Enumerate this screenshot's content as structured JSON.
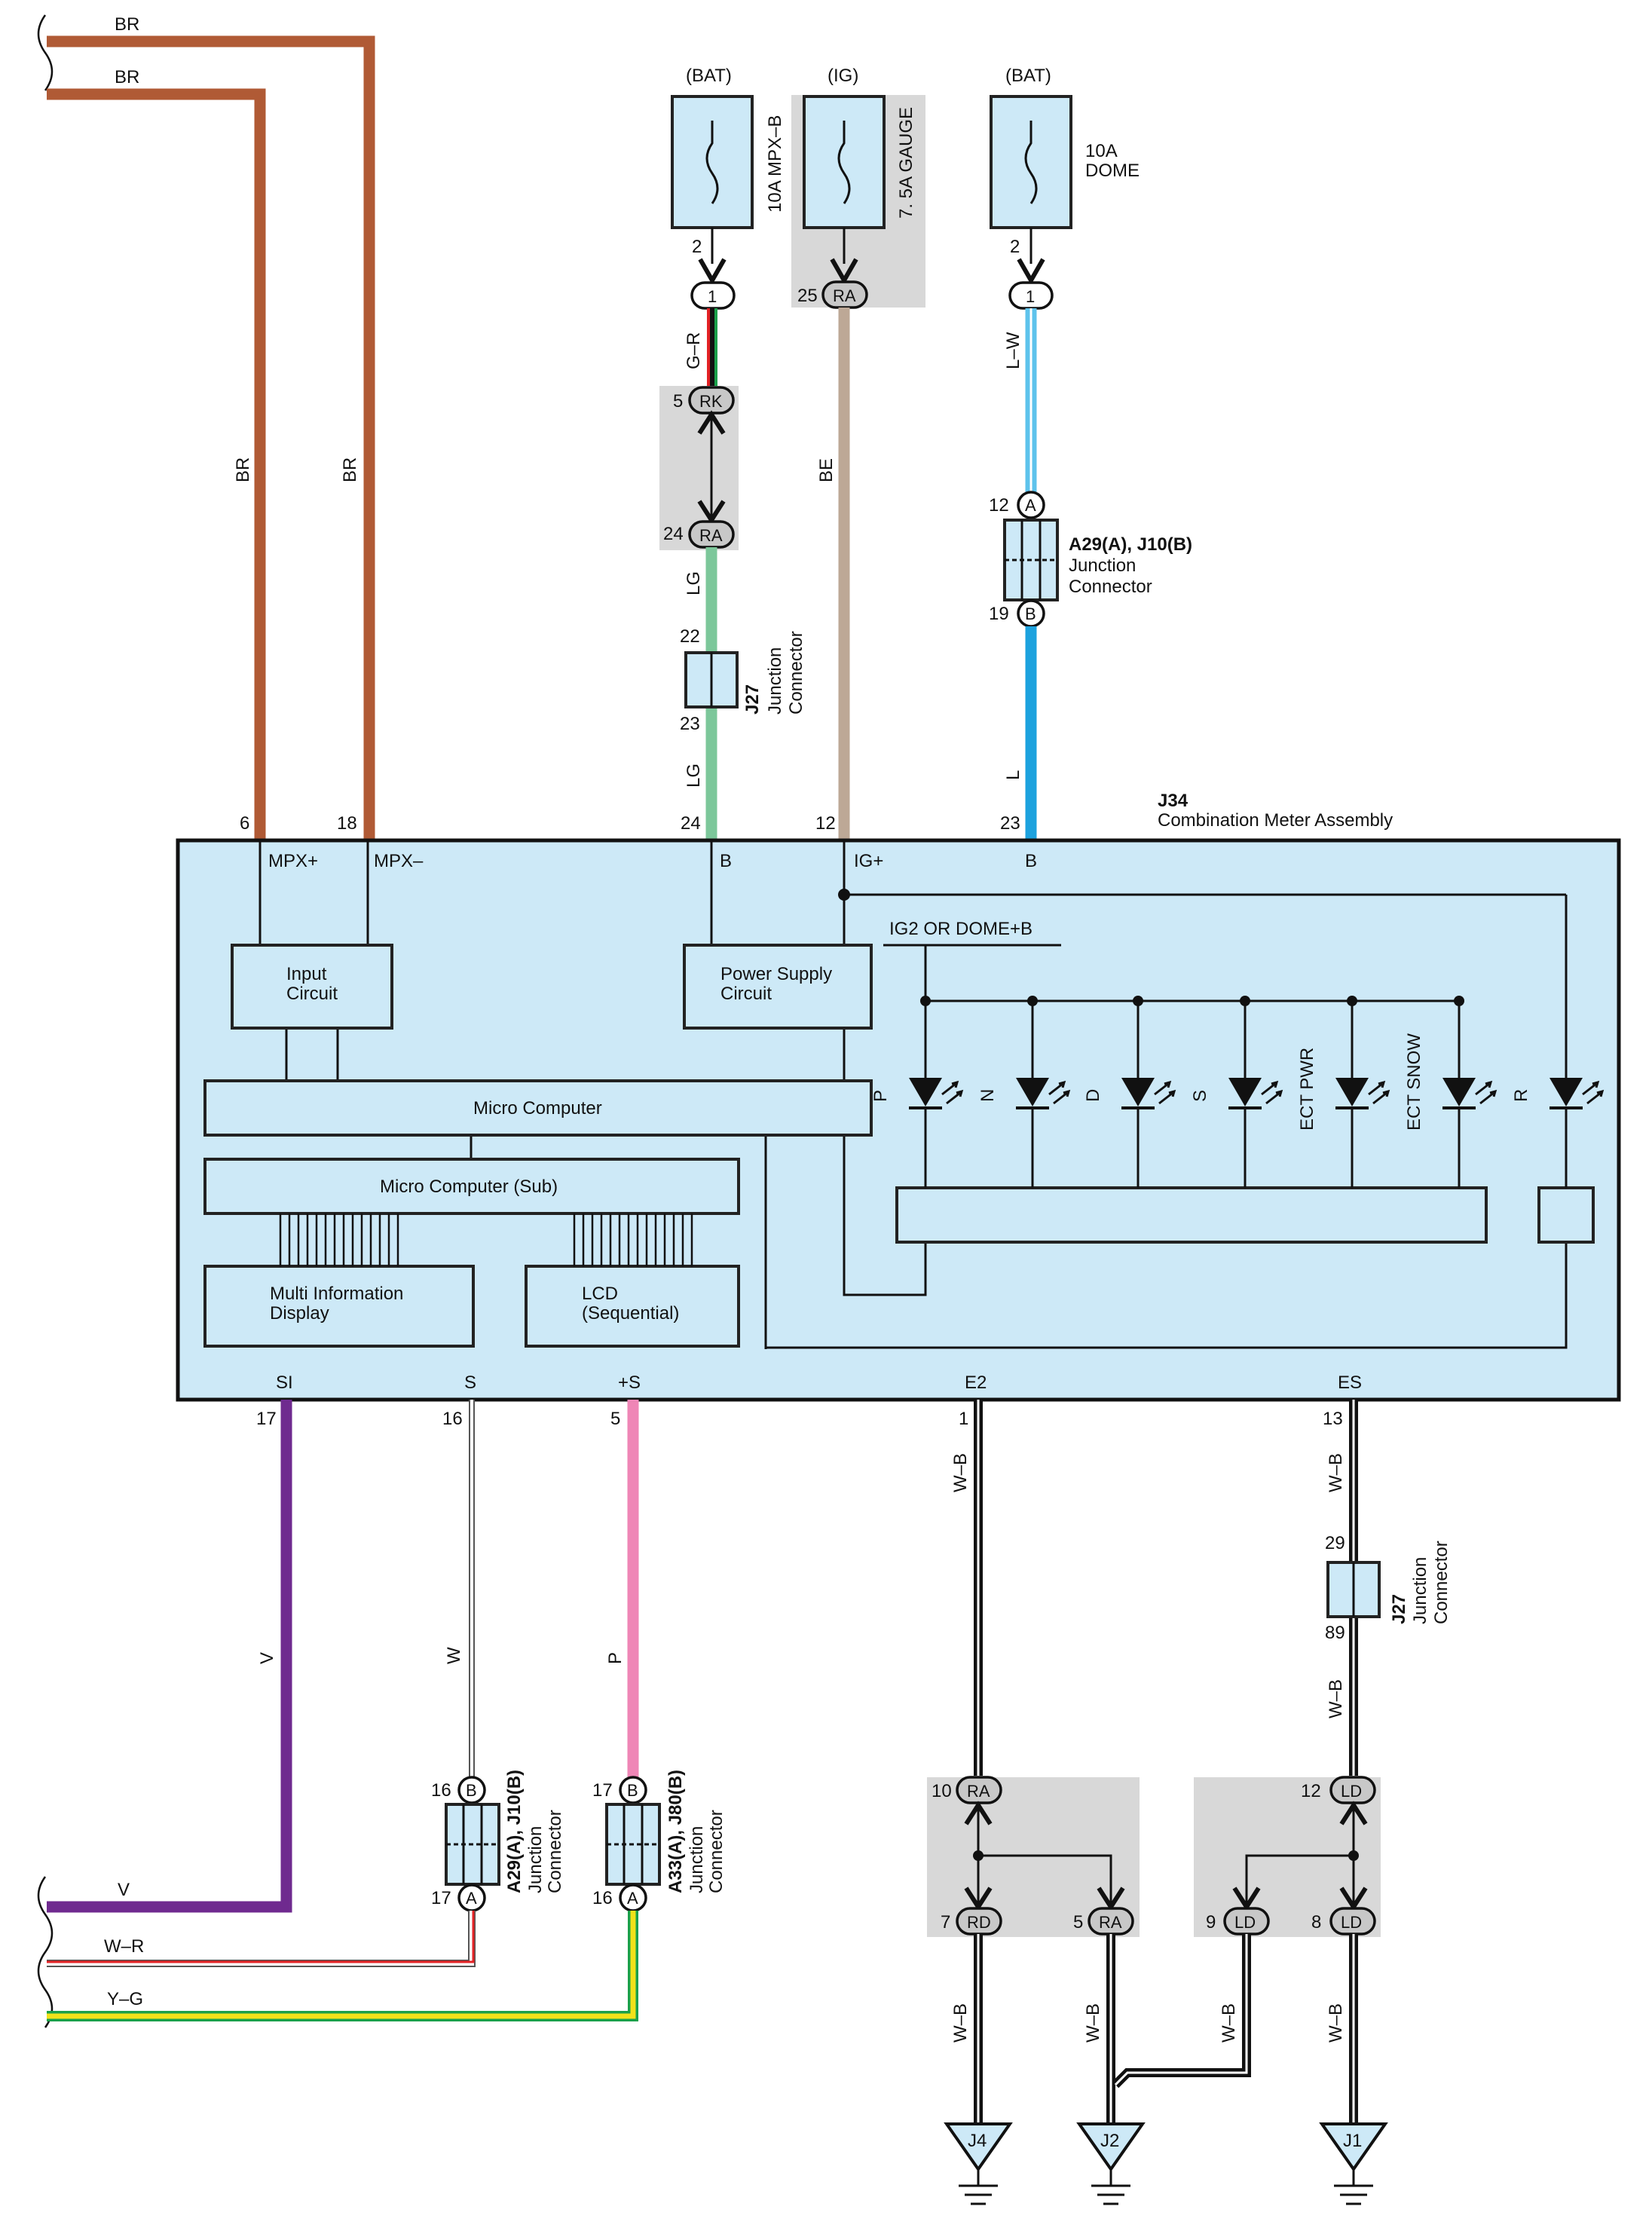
{
  "wires": {
    "br_top": "BR",
    "br_mid": "BR",
    "br_v1": "BR",
    "br_v2": "BR",
    "g_r": "G–R",
    "lg_1": "LG",
    "lg_2": "LG",
    "be": "BE",
    "l_w": "L–W",
    "l": "L",
    "v_vert": "V",
    "w_vert": "W",
    "p_vert": "P",
    "v_bottom": "V",
    "w_r": "W–R",
    "y_g": "Y–G",
    "w_b_1": "W–B",
    "w_b_2": "W–B",
    "w_b_3": "W–B",
    "w_b_4": "W–B",
    "w_b_5": "W–B",
    "w_b_6": "W–B",
    "w_b_7": "W–B"
  },
  "fuses": {
    "f1_source": "(BAT)",
    "f1_name": "10A MPX–B",
    "f1_pin": "2",
    "f2_source": "(IG)",
    "f2_name": "7. 5A GAUGE",
    "f2_pin": "25",
    "f3_source": "(BAT)",
    "f3_name_a": "10A",
    "f3_name_b": "DOME",
    "f3_pin": "2"
  },
  "connectors": {
    "c1": "1",
    "ra_top": "RA",
    "c3": "1",
    "rk": "RK",
    "rk_pin": "5",
    "ra_2": "RA",
    "ra_2_pin": "24",
    "j27_top_pin_a": "22",
    "j27_top_pin_b": "23",
    "j27_label": "J27",
    "junction_a": "Junction",
    "connector_a": "Connector",
    "a_top": "A",
    "a_top_pin": "12",
    "b_top": "B",
    "b_top_pin": "19",
    "a29_top_label": "A29(A), J10(B)",
    "a29_top_junction": "Junction",
    "a29_top_connector": "Connector",
    "a29_bot_label": "A29(A), J10(B)",
    "a29_bot_junction": "Junction",
    "a29_bot_connector": "Connector",
    "a29_bot_b": "B",
    "a29_bot_b_pin": "16",
    "a29_bot_a": "A",
    "a29_bot_a_pin": "17",
    "a33_label": "A33(A), J80(B)",
    "a33_junction": "Junction",
    "a33_connector": "Connector",
    "a33_b": "B",
    "a33_b_pin": "17",
    "a33_a": "A",
    "a33_a_pin": "16",
    "j27_bot_pin_a": "29",
    "j27_bot_pin_b": "89",
    "j27_bot_label": "J27",
    "j27_bot_junction": "Junction",
    "j27_bot_connector": "Connector",
    "ra_3": "RA",
    "ra_3_pin": "10",
    "rd": "RD",
    "rd_pin": "7",
    "ra_4": "RA",
    "ra_4_pin": "5",
    "ld_1": "LD",
    "ld_1_pin": "12",
    "ld_2": "LD",
    "ld_2_pin": "9",
    "ld_3": "LD",
    "ld_3_pin": "8"
  },
  "meter": {
    "code": "J34",
    "name": "Combination Meter Assembly",
    "pin_6": "6",
    "pin_18": "18",
    "pin_24": "24",
    "pin_12": "12",
    "pin_23": "23",
    "mpx_plus": "MPX+",
    "mpx_minus": "MPX–",
    "b1": "B",
    "ig_plus": "IG+",
    "b2": "B",
    "input_circuit_a": "Input",
    "input_circuit_b": "Circuit",
    "power_supply_a": "Power Supply",
    "power_supply_b": "Circuit",
    "ig2_dome": "IG2 OR DOME+B",
    "micro_computer": "Micro Computer",
    "micro_computer_sub": "Micro Computer (Sub)",
    "multi_info_a": "Multi Information",
    "multi_info_b": "Display",
    "lcd_a": "LCD",
    "lcd_b": "(Sequential)",
    "led_p": "P",
    "led_n": "N",
    "led_d": "D",
    "led_s": "S",
    "led_ect_pwr": "ECT PWR",
    "led_ect_snow": "ECT SNOW",
    "led_r": "R",
    "t_si": "SI",
    "t_s": "S",
    "t_plus_s": "+S",
    "t_e2": "E2",
    "t_es": "ES",
    "pin_17": "17",
    "pin_16": "16",
    "pin_5": "5",
    "pin_1": "1",
    "pin_13": "13"
  },
  "grounds": {
    "g1": "J4",
    "g2": "J2",
    "g3": "J1"
  },
  "colors": {
    "brown": "#b05a35",
    "green_lg": "#7cc79a",
    "tan": "#bda896",
    "blue_l": "#1da2de",
    "light_blue": "#5ec3ec",
    "purple": "#6f2a8f",
    "pink": "#ef86b6",
    "yellow": "#f2e21a",
    "red": "#e32124",
    "box_fill": "#cde9f7"
  }
}
